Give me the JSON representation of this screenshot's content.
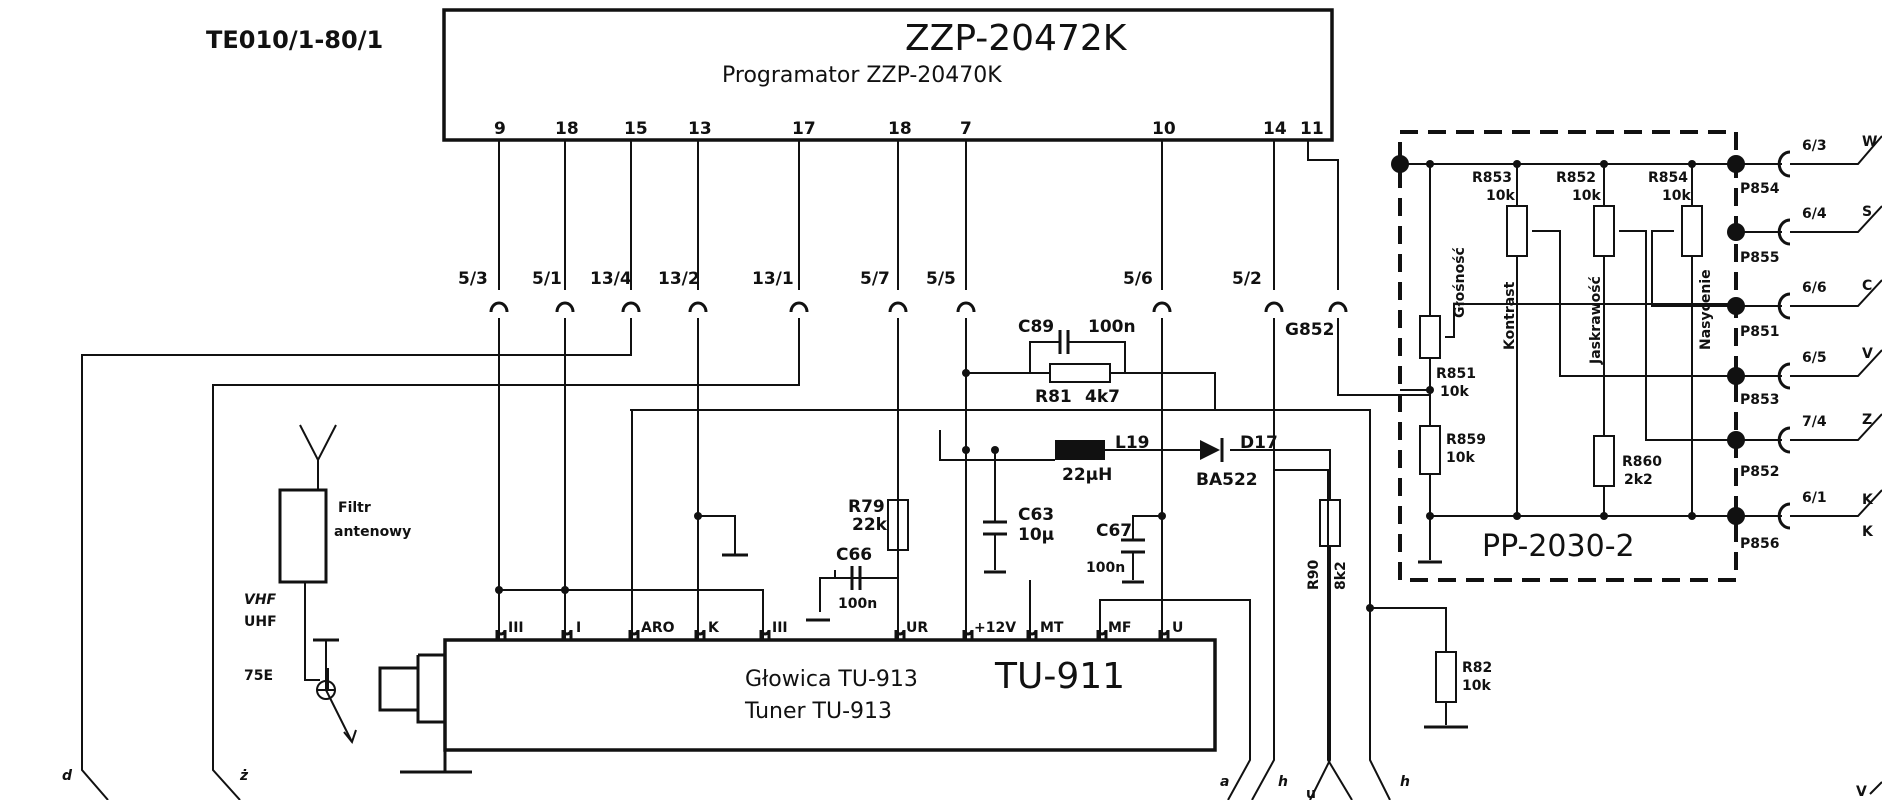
{
  "title_code": "TE010/1-80/1",
  "programmer": {
    "handwritten_label": "ZZP-20472K",
    "label": "Programator   ZZP-20470K",
    "pins": [
      "9",
      "18",
      "15",
      "13",
      "17",
      "18",
      "7",
      "10",
      "14",
      "11"
    ]
  },
  "connectors": [
    "5/3",
    "5/1",
    "13/4",
    "13/2",
    "13/1",
    "5/7",
    "5/5",
    "5/6",
    "5/2",
    "G852"
  ],
  "filter": {
    "line1": "Filtr",
    "line2": "antenowy",
    "band1": "VHF",
    "band2": "UHF",
    "impedance": "75E"
  },
  "tuner": {
    "pins": [
      "III",
      "I",
      "ARO",
      "K",
      "III",
      "UR",
      "+12V",
      "MT",
      "MF",
      "U"
    ],
    "line1": "Głowica  TU-913",
    "line2": "Tuner    TU-913",
    "handwritten_label": "TU-911"
  },
  "components": {
    "c89": "C89",
    "c89_value": "100n",
    "r81": "R81",
    "r81_value": "4k7",
    "l19": "L19",
    "l19_value": "22µH",
    "d17": "D17",
    "d17_type": "BA522",
    "r79": "R79",
    "r79_value": "22k",
    "c66": "C66",
    "c66_value": "100n",
    "c63": "C63",
    "c63_value": "10µ",
    "c67": "C67",
    "c67_value": "100n",
    "r90": "R90",
    "r90_value": "8k2",
    "r82": "R82",
    "r82_value": "10k"
  },
  "pp_module": {
    "name": "PP-2030-2",
    "r853": "R853",
    "r853_value": "10k",
    "r852": "R852",
    "r852_value": "10k",
    "r854": "R854",
    "r854_value": "10k",
    "r851": "R851",
    "r851_value": "10k",
    "r859": "R859",
    "r859_value": "10k",
    "r860": "R860",
    "r860_value": "2k2",
    "pot_volume": "Głośność",
    "pot_contrast": "Kontrast",
    "pot_brightness": "Jaskrawość",
    "pot_saturation": "Nasycenie",
    "plugs": [
      "P854",
      "P855",
      "P851",
      "P853",
      "P852",
      "P856"
    ]
  },
  "outputs": {
    "connectors": [
      "6/3",
      "6/4",
      "6/6",
      "6/5",
      "7/4",
      "6/1"
    ],
    "letters": [
      "W",
      "S",
      "C",
      "V",
      "Z",
      "K"
    ],
    "extra": [
      "K",
      "V"
    ]
  },
  "wire_ends": [
    "d",
    "ż",
    "a",
    "h",
    "u",
    "h"
  ]
}
